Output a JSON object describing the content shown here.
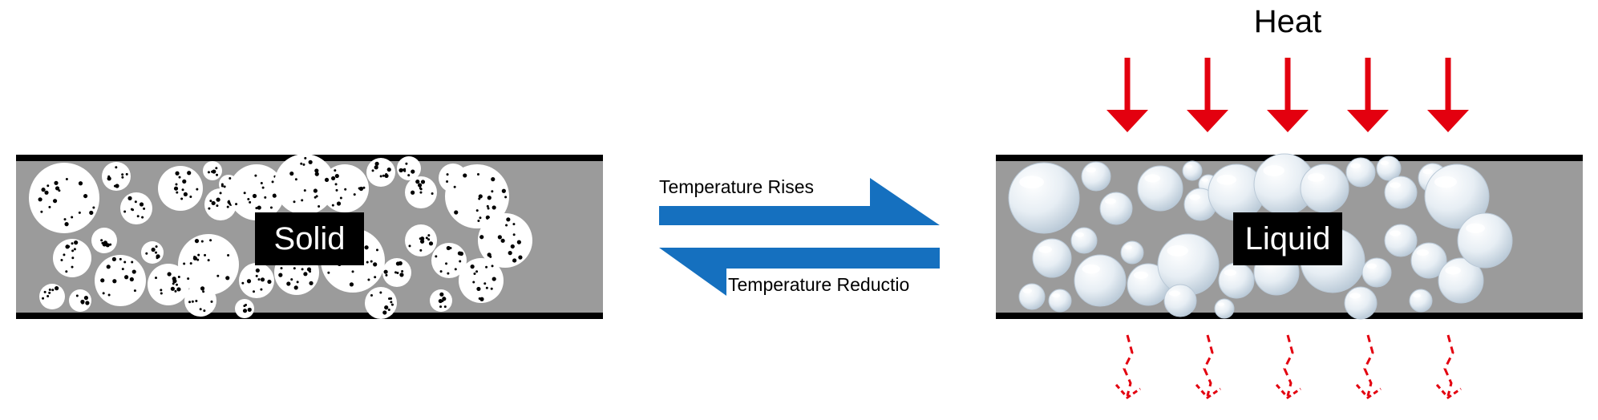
{
  "diagram": {
    "solid_label": "Solid",
    "liquid_label": "Liquid",
    "heat_label": "Heat",
    "forward_label": "Temperature Rises",
    "reverse_label": "Temperature Reductio",
    "colors": {
      "background": "#ffffff",
      "bar": "#9b9b9b",
      "border": "#000000",
      "label_bg": "#000000",
      "label_text": "#ffffff",
      "flow_arrow": "#1570bf",
      "heat_arrow": "#e3000f",
      "bubble_fill": "#dfe8ef",
      "bubble_edge": "#b9c8d6",
      "particle_fill": "#ffffff",
      "speck": "#000000"
    },
    "icons": {
      "heat_in": "solid-red-down-arrow-icon",
      "heat_out": "dashed-red-down-arrow-icon",
      "forward": "blue-right-arrow-icon",
      "reverse": "blue-left-arrow-icon"
    }
  }
}
